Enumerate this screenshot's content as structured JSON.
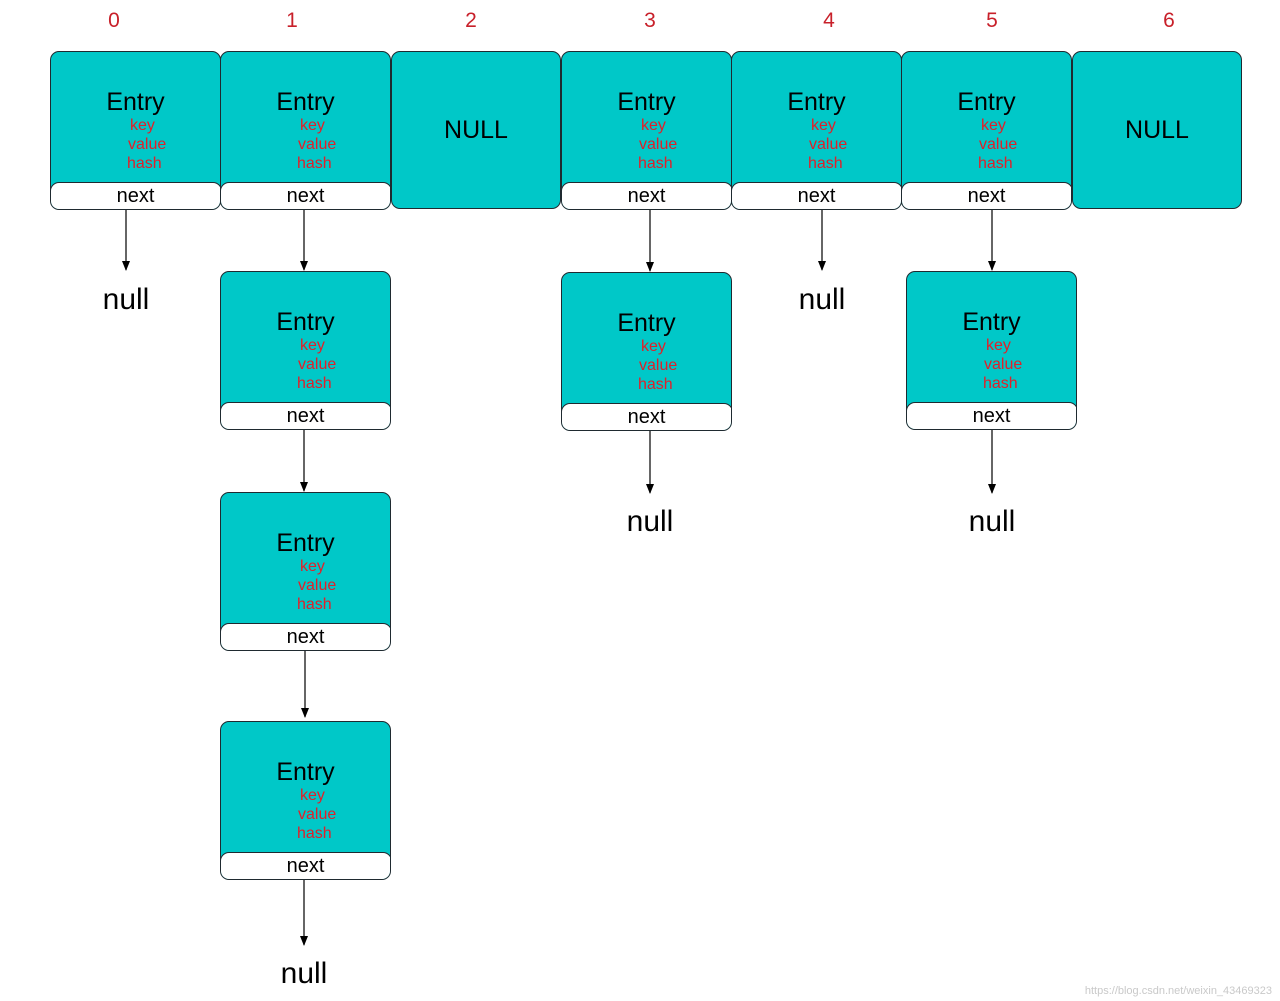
{
  "indices": [
    "0",
    "1",
    "2",
    "3",
    "4",
    "5",
    "6"
  ],
  "entry": {
    "title": "Entry",
    "key": "key",
    "value": "value",
    "hash": "hash",
    "next": "next"
  },
  "null_cell": "NULL",
  "null_terminator": "null",
  "watermark": "https://blog.csdn.net/weixin_43469323",
  "colors": {
    "cell_fill": "#00c8c8",
    "index_label": "#c8202a",
    "field_text": "#e0202a"
  }
}
